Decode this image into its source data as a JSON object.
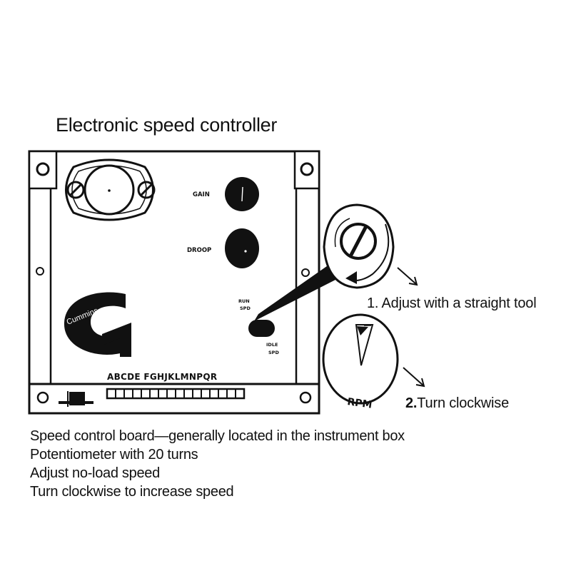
{
  "title": "Electronic speed controller",
  "board": {
    "gain_label": "GAIN",
    "droop_label": "DROOP",
    "run_spd_label_1": "RUN",
    "run_spd_label_2": "SPD",
    "idle_spd_label_1": "IDLE",
    "idle_spd_label_2": "SPD",
    "terminal_letters": "ABCDE FGHJKLMNPQR",
    "logo_text": "Cummins"
  },
  "callouts": {
    "step1": "1. Adjust with a straight tool",
    "step2_num": "2.",
    "step2_text": "Turn clockwise",
    "rpm_label": "RPM"
  },
  "notes": [
    "Speed control board—generally located in the instrument box",
    "Potentiometer with 20 turns",
    "Adjust no-load speed",
    "Turn clockwise to increase speed"
  ],
  "colors": {
    "ink": "#111111",
    "background": "#ffffff"
  },
  "icons": [
    "screw-slot-icon",
    "clockwise-arrow-icon",
    "cummins-logo-icon",
    "mounting-hole-icon"
  ]
}
